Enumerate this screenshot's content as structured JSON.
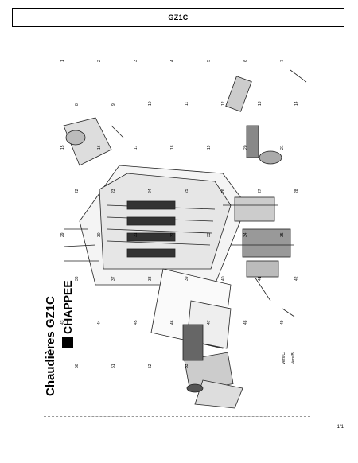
{
  "header": {
    "title": "GZ1C"
  },
  "drawing": {
    "brand_title": "Chaudières GZ1C",
    "brand_logo_text": "CHAPPEE",
    "part_numbers": [
      "1",
      "2",
      "3",
      "4",
      "5",
      "6",
      "7",
      "8",
      "9",
      "10",
      "11",
      "12",
      "13",
      "14",
      "15",
      "16",
      "17",
      "18",
      "19",
      "20",
      "21",
      "22",
      "23",
      "24",
      "25",
      "26",
      "27",
      "28",
      "29",
      "30",
      "31",
      "32",
      "33",
      "34",
      "35",
      "36",
      "37",
      "38",
      "39",
      "40",
      "41",
      "42",
      "43",
      "44",
      "45",
      "46",
      "47",
      "48",
      "49",
      "50",
      "51",
      "52",
      "53"
    ],
    "notes": [
      "Vers B",
      "Vers C"
    ]
  },
  "footer": {
    "page": "1/1"
  }
}
